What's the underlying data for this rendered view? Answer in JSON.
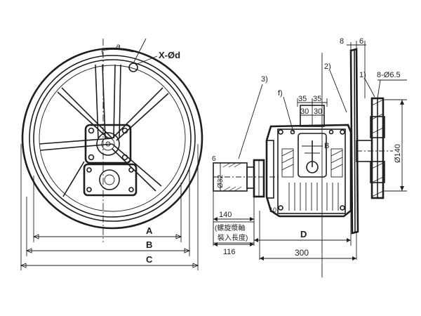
{
  "front_view": {
    "label_a": "a",
    "label_xd": "X-Ød",
    "dim_a": "A",
    "dim_b": "B",
    "dim_c": "C"
  },
  "side_view": {
    "callout_1": "1)",
    "callout_2": "2)",
    "callout_3": "3)",
    "callout_f": "f)",
    "callout_b": "B",
    "dim_8": "8",
    "dim_6": "6",
    "dim_bolts": "8-Ø6.5",
    "dim_140_dia": "Ø140",
    "dim_35_left": "35",
    "dim_35_right": "35",
    "dim_30_left": "30",
    "dim_30_right": "30",
    "dim_6_small": "6",
    "dim_32_dia": "Ø32",
    "dim_10": "10",
    "dim_140": "140",
    "note_line1": "(螺旋漿軸",
    "note_line2": "裝入長度)",
    "dim_116": "116",
    "dim_d": "D",
    "dim_300": "300"
  }
}
